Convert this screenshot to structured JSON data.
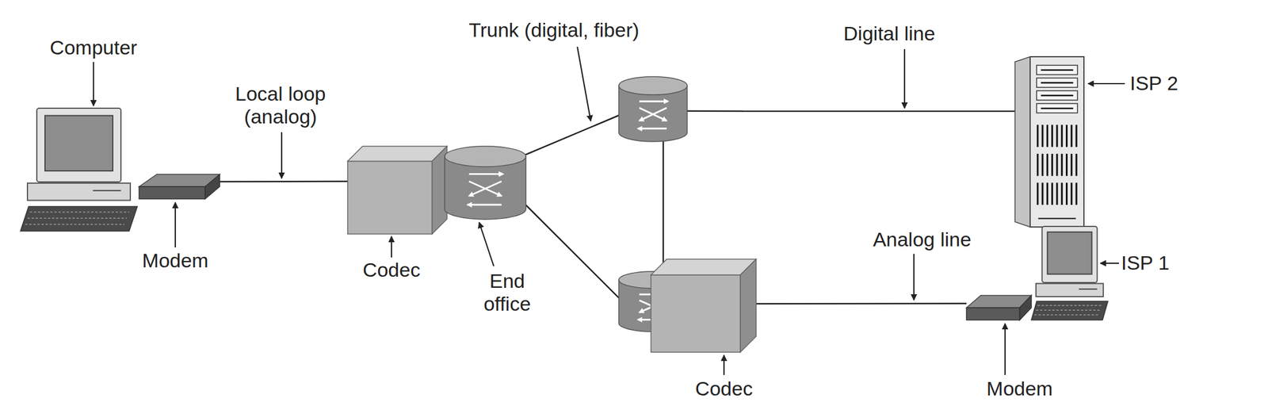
{
  "diagram": {
    "nodes": [
      {
        "text": [
          "Computer"
        ]
      },
      {
        "text": [
          "Modem"
        ]
      },
      {
        "text": [
          "Codec"
        ]
      },
      {
        "text": [
          "End office"
        ]
      },
      {
        "text": []
      },
      {
        "text": [
          "ISP 2"
        ]
      },
      {
        "text": []
      },
      {
        "text": [
          "Codec"
        ]
      },
      {
        "text": [
          "Modem"
        ]
      },
      {
        "text": [
          "ISP 1"
        ]
      }
    ],
    "edges": [
      {
        "from": 1,
        "to": 2,
        "arrow": "none",
        "label": "Local loop (analog)"
      },
      {
        "from": 3,
        "to": 4,
        "arrow": "none",
        "label": "Trunk (digital, fiber)"
      },
      {
        "from": 3,
        "to": 6,
        "arrow": "none"
      },
      {
        "from": 4,
        "to": 6,
        "arrow": "none"
      },
      {
        "from": 4,
        "to": 5,
        "arrow": "none",
        "label": "Digital line"
      },
      {
        "from": 7,
        "to": 8,
        "arrow": "none",
        "label": "Analog line"
      }
    ]
  }
}
